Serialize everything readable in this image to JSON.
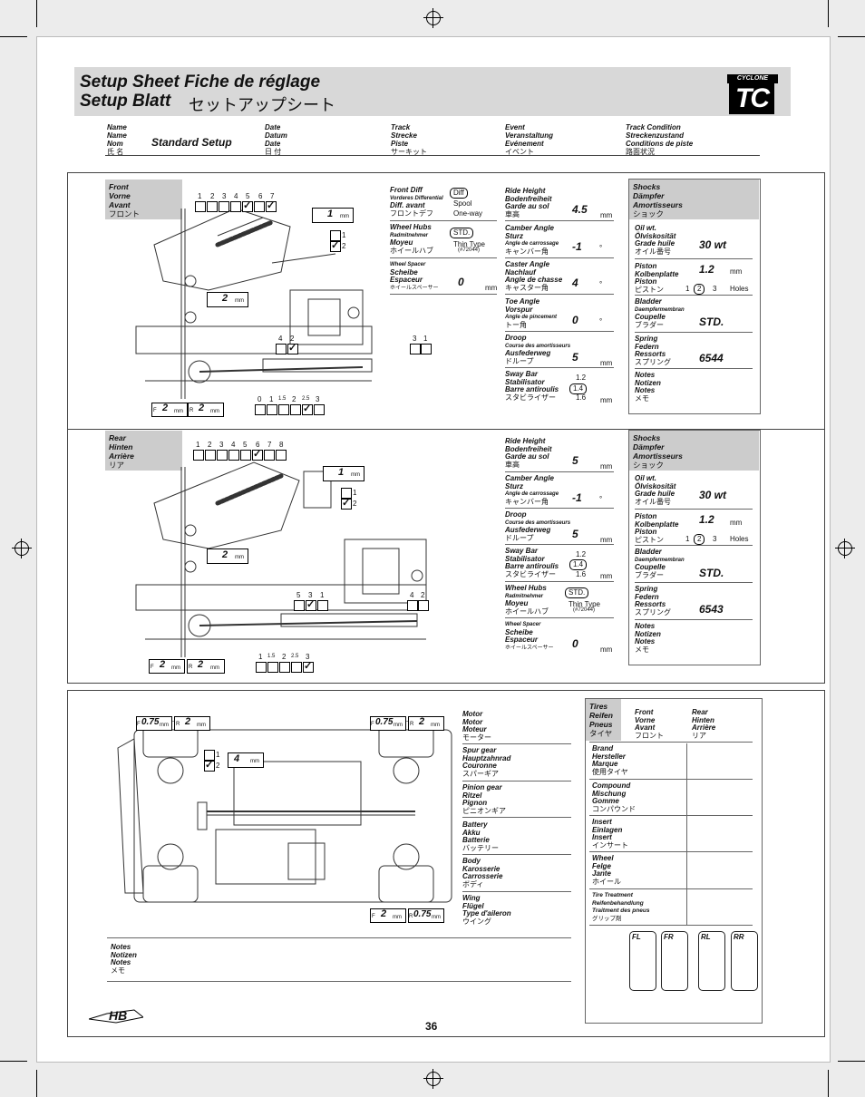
{
  "header": {
    "title_line1": "Setup Sheet  Fiche de réglage",
    "title_line2": "Setup Blatt",
    "title_line2_jp": "セットアップシート",
    "logo_small": "CYCLONE",
    "logo_big": "TC"
  },
  "meta": {
    "name_label": [
      "Name",
      "Name",
      "Nom",
      "氏 名"
    ],
    "name_value": "Standard Setup",
    "date_label": [
      "Date",
      "Datum",
      "Date",
      "日 付"
    ],
    "track_label": [
      "Track",
      "Strecke",
      "Piste",
      "サーキット"
    ],
    "event_label": [
      "Event",
      "Veranstaltung",
      "Evénement",
      "イベント"
    ],
    "condition_label": [
      "Track Condition",
      "Streckenzustand",
      "Conditions de piste",
      "路面状況"
    ]
  },
  "front": {
    "tag": [
      "Front",
      "Vorne",
      "Avant",
      "フロント"
    ],
    "hole_numbers": [
      "1",
      "2",
      "3",
      "4",
      "5",
      "6",
      "7"
    ],
    "camber_link_value": "1",
    "camber_link_unit": "mm",
    "toe_opts": [
      "1",
      "2"
    ],
    "lower_shim_value": "2",
    "lower_shim_unit": "mm",
    "pos_42": [
      "4",
      "2"
    ],
    "pos_31": [
      "3",
      "1"
    ],
    "fr_f": "F",
    "fr_f_value": "2",
    "fr_r": "R",
    "fr_r_value": "2",
    "mm": "mm",
    "shim_scale": [
      "0",
      "1",
      "1.5",
      "2",
      "2.5",
      "3"
    ],
    "diff_label": [
      "Front Diff",
      "Vorderes Differential",
      "Diff. avant",
      "フロントデフ"
    ],
    "diff_opts": [
      "Diff",
      "Spool",
      "One-way"
    ],
    "hubs_label": [
      "Wheel Hubs",
      "Radmitnehmer",
      "Moyeu",
      "ホイールハブ"
    ],
    "hubs_opts": [
      "STD.",
      "Thin Type",
      "(#72044)"
    ],
    "spacer_label": [
      "Wheel Spacer",
      "Scheibe",
      "Espaceur",
      "ホイールスペーサー"
    ],
    "spacer_value": "0",
    "ride_label": [
      "Ride Height",
      "Bodenfreiheit",
      "Garde au sol",
      "車高"
    ],
    "ride_value": "4.5",
    "camber_label": [
      "Camber Angle",
      "Sturz",
      "Angle de carrossage",
      "キャンバー角"
    ],
    "camber_value": "-1",
    "caster_label": [
      "Caster Angle",
      "Nachlauf",
      "Angle de chasse",
      "キャスター角"
    ],
    "caster_value": "4",
    "toe_label": [
      "Toe Angle",
      "Vorspur",
      "Angle de pincement",
      "トー角"
    ],
    "toe_value": "0",
    "droop_label": [
      "Droop",
      "Course des amortisseurs",
      "Ausfederweg",
      "ドループ"
    ],
    "droop_value": "5",
    "sway_label": [
      "Sway Bar",
      "Stabilisator",
      "Barre antiroulis",
      "スタビライザー"
    ],
    "sway_opts": [
      "1.2",
      "1.4",
      "1.6"
    ],
    "deg": "°",
    "shocks_label": [
      "Shocks",
      "Dämpfer",
      "Amortisseurs",
      "ショック"
    ],
    "oil_label": [
      "Oil wt.",
      "Ölviskosität",
      "Grade huile",
      "オイル番号"
    ],
    "oil_value": "30 wt",
    "piston_label": [
      "Piston",
      "Kolbenplatte",
      "Piston",
      "ピストン"
    ],
    "piston_value": "1.2",
    "piston_holes": [
      "1",
      "2",
      "3"
    ],
    "holes": "Holes",
    "bladder_label": [
      "Bladder",
      "Daempfermembran",
      "Coupelle",
      "ブラダー"
    ],
    "bladder_value": "STD.",
    "spring_label": [
      "Spring",
      "Federn",
      "Ressorts",
      "スプリング"
    ],
    "spring_value": "6544",
    "notes_label": [
      "Notes",
      "Notizen",
      "Notes",
      "メモ"
    ]
  },
  "rear": {
    "tag": [
      "Rear",
      "Hinten",
      "Arrière",
      "リア"
    ],
    "hole_numbers": [
      "1",
      "2",
      "3",
      "4",
      "5",
      "6",
      "7",
      "8"
    ],
    "camber_link_value": "1",
    "lower_shim_value": "2",
    "pos_531": [
      "5",
      "3",
      "1"
    ],
    "pos_42": [
      "4",
      "2"
    ],
    "fr_f_value": "2",
    "fr_r_value": "2",
    "shim_scale": [
      "1",
      "1.5",
      "2",
      "2.5",
      "3"
    ],
    "ride_value": "5",
    "camber_value": "-1",
    "droop_value": "5",
    "hubs_opts": [
      "STD.",
      "Thin Type",
      "(#72044)"
    ],
    "spacer_value": "0",
    "oil_value": "30 wt",
    "piston_value": "1.2",
    "bladder_value": "STD.",
    "spring_value": "6543"
  },
  "bottom": {
    "mesh_f": "F",
    "mesh_f_value": "0.75",
    "mesh_r": "R",
    "mesh_r_value": "2",
    "mesh2_f_value": "0.75",
    "mesh2_r_value": "2",
    "mesh3_f_value": "2",
    "mesh3_r_value": "0.75",
    "belt_value": "4",
    "motor_label": [
      "Motor",
      "Motor",
      "Moteur",
      "モーター"
    ],
    "spur_label": [
      "Spur gear",
      "Hauptzahnrad",
      "Couronne",
      "スパーギア"
    ],
    "pinion_label": [
      "Pinion gear",
      "Ritzel",
      "Pignon",
      "ピニオンギア"
    ],
    "battery_label": [
      "Battery",
      "Akku",
      "Batterie",
      "バッテリー"
    ],
    "body_label": [
      "Body",
      "Karosserie",
      "Carrosserie",
      "ボディ"
    ],
    "wing_label": [
      "Wing",
      "Flügel",
      "Type d'aileron",
      "ウイング"
    ],
    "notes_label": [
      "Notes",
      "Notizen",
      "Notes",
      "メモ"
    ],
    "tires_label": [
      "Tires",
      "Reifen",
      "Pneus",
      "タイヤ"
    ],
    "front_col": [
      "Front",
      "Vorne",
      "Avant",
      "フロント"
    ],
    "rear_col": [
      "Rear",
      "Hinten",
      "Arrière",
      "リア"
    ],
    "brand_label": [
      "Brand",
      "Hersteller",
      "Marque",
      "使用タイヤ"
    ],
    "compound_label": [
      "Compound",
      "Mischung",
      "Gomme",
      "コンパウンド"
    ],
    "insert_label": [
      "Insert",
      "Einlagen",
      "Insert",
      "インサート"
    ],
    "wheel_label": [
      "Wheel",
      "Felge",
      "Jante",
      "ホイール"
    ],
    "treatment_label": [
      "Tire Treatment",
      "Reifenbehandlung",
      "Traitment des pneus",
      "グリップ剤"
    ],
    "tire_pos": [
      "FL",
      "FR",
      "RL",
      "RR"
    ]
  },
  "footer": {
    "brand": "HB",
    "page_number": "36"
  }
}
